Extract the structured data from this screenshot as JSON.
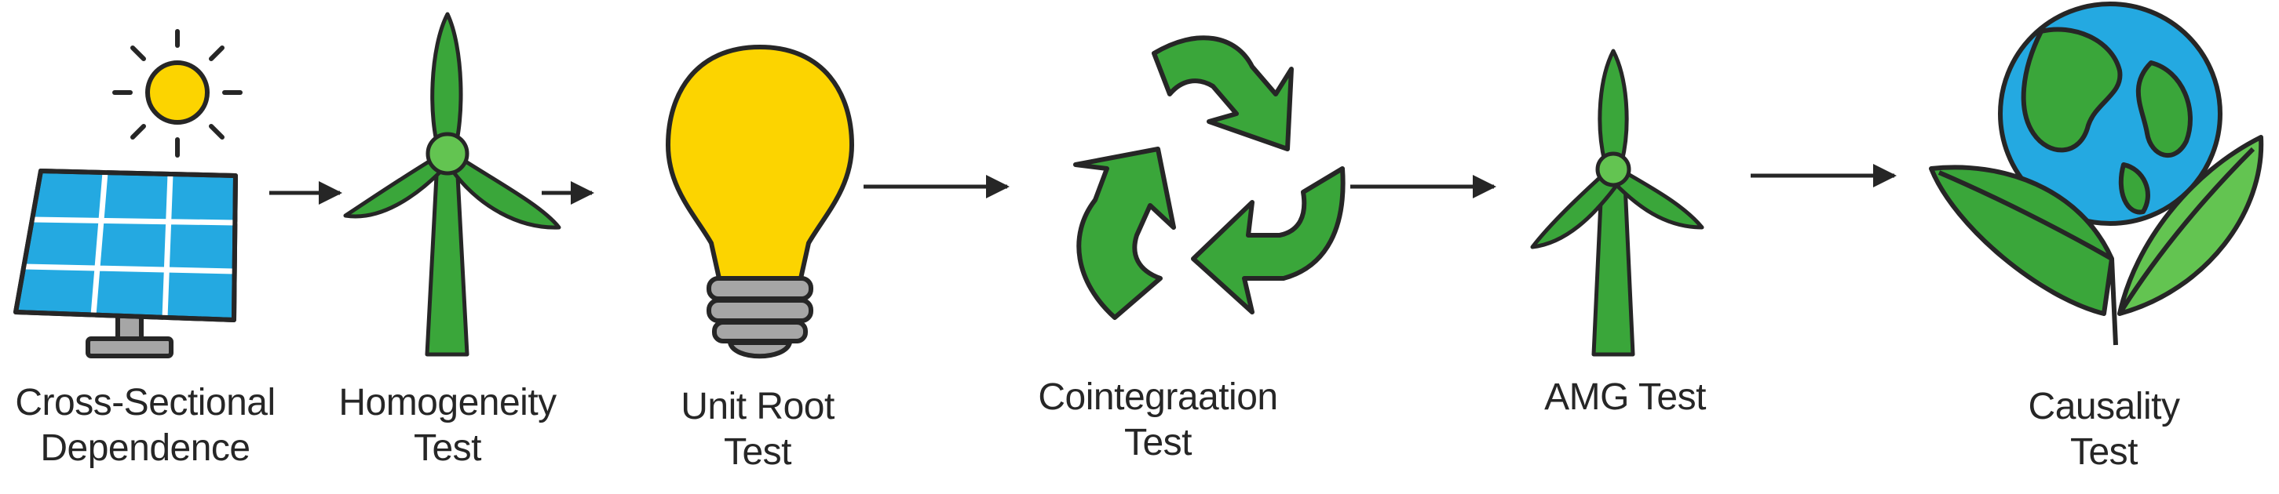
{
  "steps": [
    {
      "icon": "solar-panel-sun-icon",
      "label_lines": [
        "Cross-Sectional",
        "Dependence"
      ]
    },
    {
      "icon": "wind-turbine-icon",
      "label_lines": [
        "Homogeneity",
        "Test"
      ]
    },
    {
      "icon": "light-bulb-icon",
      "label_lines": [
        "Unit Root",
        "Test"
      ]
    },
    {
      "icon": "recycle-icon",
      "label_lines": [
        "Cointegraation",
        "Test"
      ]
    },
    {
      "icon": "wind-turbine-icon",
      "label_lines": [
        "AMG Test",
        ""
      ]
    },
    {
      "icon": "earth-leaves-icon",
      "label_lines": [
        "Causality",
        "Test"
      ]
    }
  ],
  "colors": {
    "green": "#3aa63a",
    "green_light": "#63c451",
    "yellow": "#fcd400",
    "blue": "#24a9e1",
    "gray": "#a6a6a6",
    "outline": "#262626"
  }
}
